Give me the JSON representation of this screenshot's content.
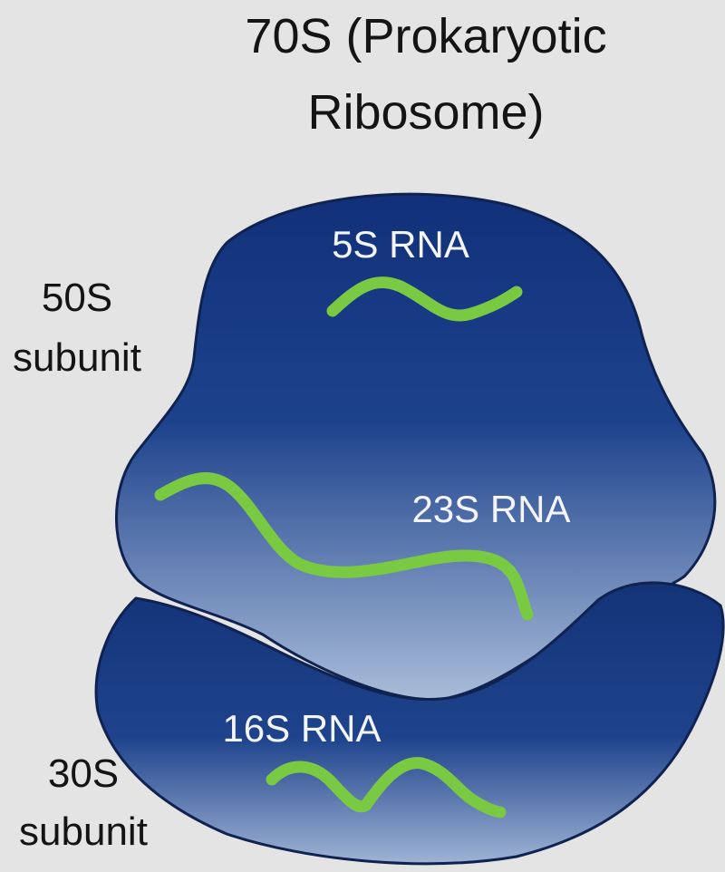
{
  "title": {
    "line1": "70S (Prokaryotic",
    "line2": "Ribosome)"
  },
  "large_subunit": {
    "label_line1": "50S",
    "label_line2": "subunit",
    "rna_5s": "5S RNA",
    "rna_23s": "23S RNA"
  },
  "small_subunit": {
    "label_line1": "30S",
    "label_line2": "subunit",
    "rna_16s": "16S RNA"
  },
  "colors": {
    "background": "#e4e4e4",
    "subunit_dark": "#13317a",
    "subunit_light": "#a6b9d8",
    "rna_strand": "#7ac943",
    "outline": "#0f2250"
  }
}
